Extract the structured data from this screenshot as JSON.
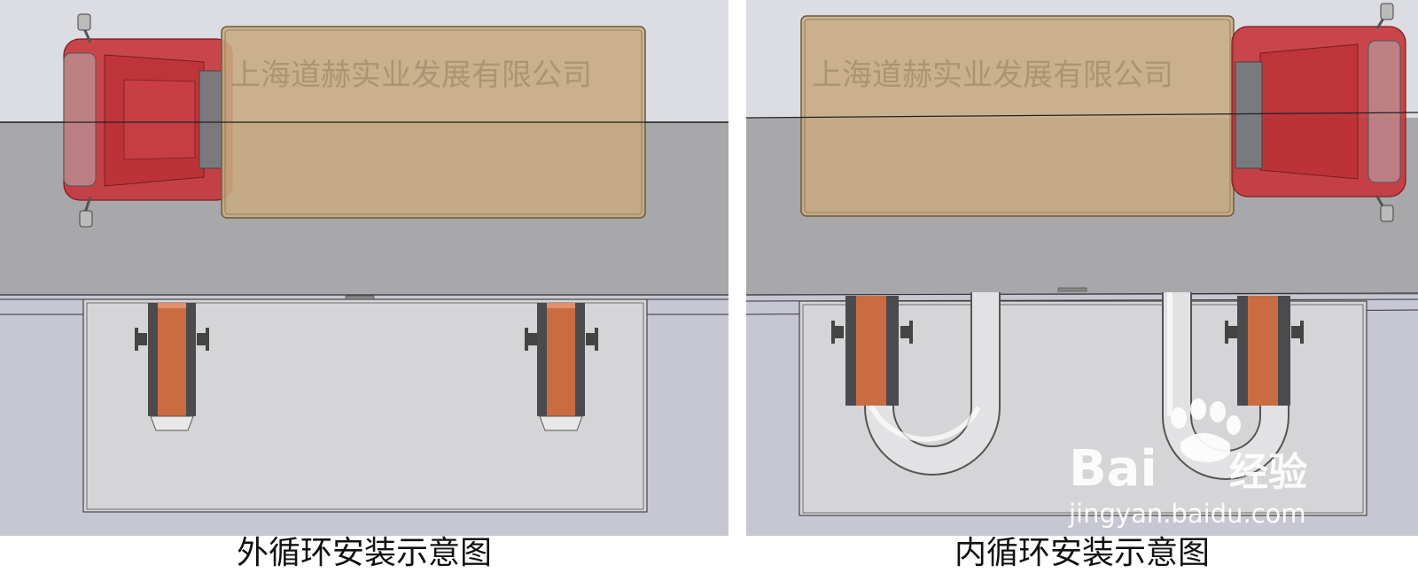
{
  "left_panel": {
    "company_label": "上海道赫实业发展有限公司",
    "caption": "外循环安装示意图"
  },
  "right_panel": {
    "company_label": "上海道赫实业发展有限公司",
    "caption": "内循环安装示意图"
  },
  "watermark": {
    "brand": "Bai",
    "brand_suffix": "经验",
    "url": "jingyan.baidu.com"
  },
  "colors": {
    "sky": "#dcdde2",
    "road": "#a7a7aa",
    "tank": "#c6c7d2",
    "cargo_box": "#c7aa80",
    "cab": "#c5353b",
    "copper": "#c96c42",
    "pipe": "#dcdcdf"
  }
}
